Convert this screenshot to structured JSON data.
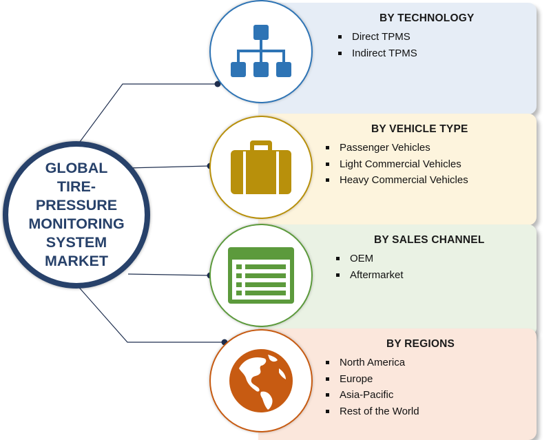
{
  "hub": {
    "title": "GLOBAL\nTIRE-\nPRESSURE\nMONITORING\nSYSTEM\nMARKET"
  },
  "segments": [
    {
      "title": "BY TECHNOLOGY",
      "items": [
        "Direct TPMS",
        "Indirect TPMS"
      ],
      "icon": "hierarchy-icon",
      "accent": "#2e74b5",
      "panel_bg": "#e6edf6"
    },
    {
      "title": "BY VEHICLE TYPE",
      "items": [
        "Passenger Vehicles",
        "Light Commercial Vehicles",
        "Heavy Commercial Vehicles"
      ],
      "icon": "briefcase-icon",
      "accent": "#b8900b",
      "panel_bg": "#fdf4dd"
    },
    {
      "title": "BY SALES CHANNEL",
      "items": [
        "OEM",
        "Aftermarket"
      ],
      "icon": "list-window-icon",
      "accent": "#5c9a3c",
      "panel_bg": "#eaf2e4"
    },
    {
      "title": "BY REGIONS",
      "items": [
        "North America",
        "Europe",
        "Asia-Pacific",
        "Rest of the World"
      ],
      "icon": "globe-icon",
      "accent": "#c75b12",
      "panel_bg": "#fbe7dc"
    }
  ],
  "colors": {
    "hub": "#27416a",
    "connector": "#1f2f4f"
  }
}
